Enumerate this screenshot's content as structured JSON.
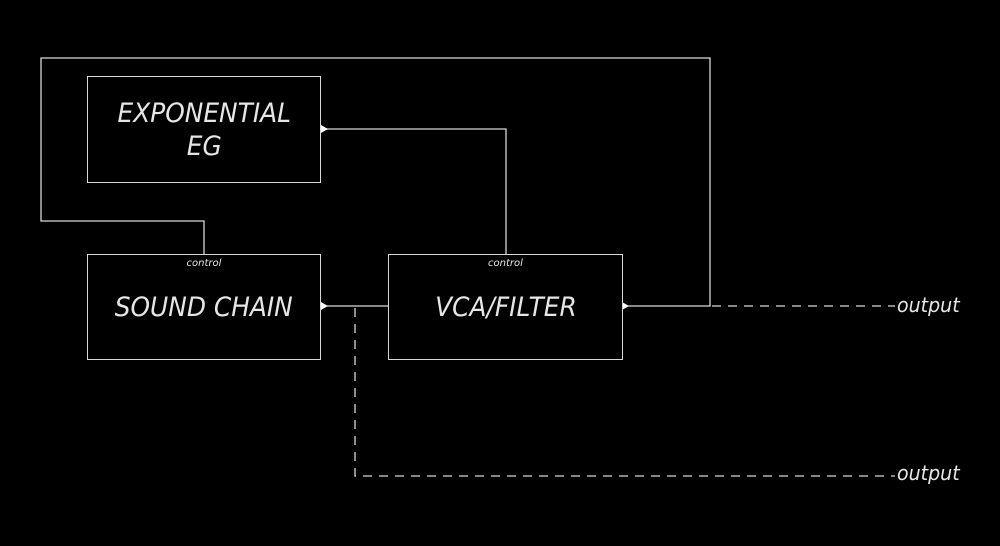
{
  "blocks": {
    "exponential_eg": {
      "title_line1": "EXPONENTIAL",
      "title_line2": "EG"
    },
    "sound_chain": {
      "title": "SOUND CHAIN",
      "port_label": "control"
    },
    "vca_filter": {
      "title": "VCA/FILTER",
      "port_label": "control"
    }
  },
  "outputs": {
    "main": "output",
    "dry": "output"
  },
  "colors": {
    "background": "#000000",
    "line": "#d8d8d8",
    "text": "#e6e6e6"
  }
}
